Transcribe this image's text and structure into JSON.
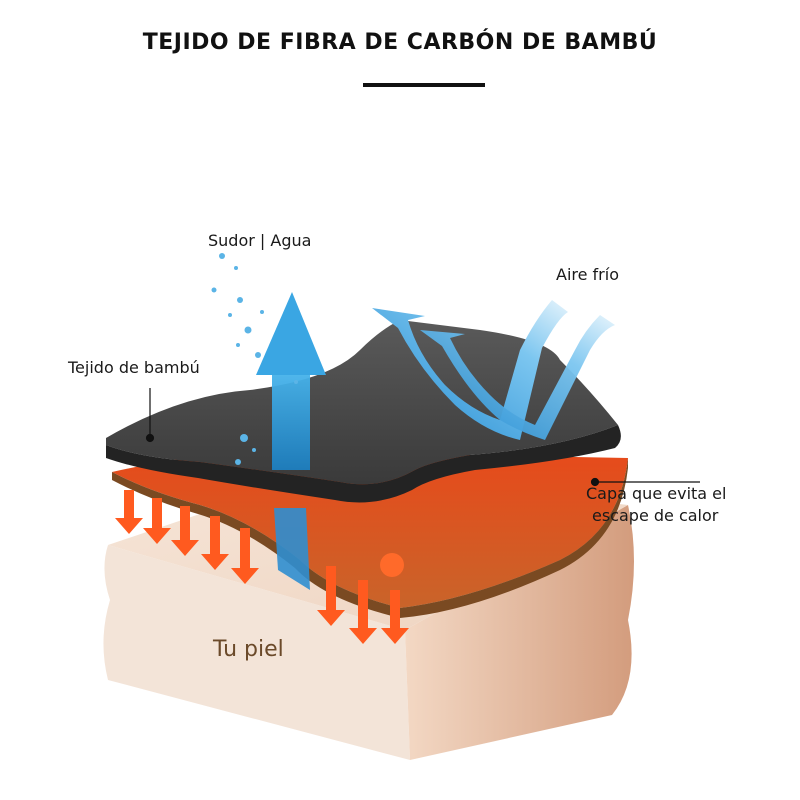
{
  "title": "TEJIDO DE FIBRA DE CARBÓN DE BAMBÚ",
  "labels": {
    "sweat": "Sudor | Agua",
    "cold_air": "Aire frío",
    "bamboo_fabric": "Tejido de bambú",
    "heat_layer_line1": "Capa que evita el",
    "heat_layer_line2": "escape de calor",
    "skin": "Tu piel"
  },
  "colors": {
    "title": "#111111",
    "fabric": "#4a4a4a",
    "heat_layer": "#e0551c",
    "heat_arrows": "#ff5a1f",
    "skin": "#f2dfd0",
    "skin_edge": "#d9a98a",
    "water_arrow": "#2f9bd6",
    "air_arrow": "#4aa8e0"
  }
}
